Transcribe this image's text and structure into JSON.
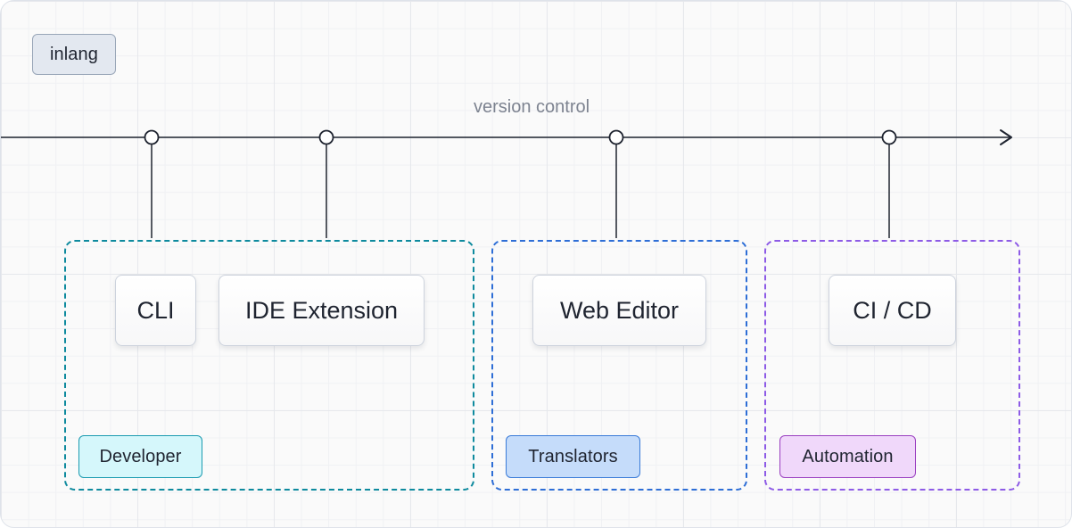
{
  "top_label": "inlang",
  "timeline": {
    "label": "version control"
  },
  "tools": {
    "cli": "CLI",
    "ide_extension": "IDE Extension",
    "web_editor": "Web Editor",
    "ci_cd": "CI / CD"
  },
  "groups": {
    "developer": "Developer",
    "translators": "Translators",
    "automation": "Automation"
  },
  "colors": {
    "developer": "#0e8a9e",
    "translators": "#2e6ed6",
    "automation": "#8d5be6"
  }
}
